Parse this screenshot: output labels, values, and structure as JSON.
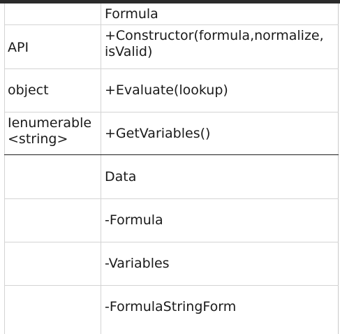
{
  "sheet": {
    "rows": [
      {
        "col_a": "",
        "col_b": "Formula"
      },
      {
        "col_a": "API",
        "col_b": "+Constructor(formula,normalize, isValid)"
      },
      {
        "col_a": "object",
        "col_b": "+Evaluate(lookup)"
      },
      {
        "col_a": "Ienumerable <string>",
        "col_b": "+GetVariables()"
      },
      {
        "col_a": "",
        "col_b": "Data"
      },
      {
        "col_a": "",
        "col_b": "-Formula"
      },
      {
        "col_a": "",
        "col_b": "-Variables"
      },
      {
        "col_a": "",
        "col_b": "-FormulaStringForm"
      }
    ]
  }
}
